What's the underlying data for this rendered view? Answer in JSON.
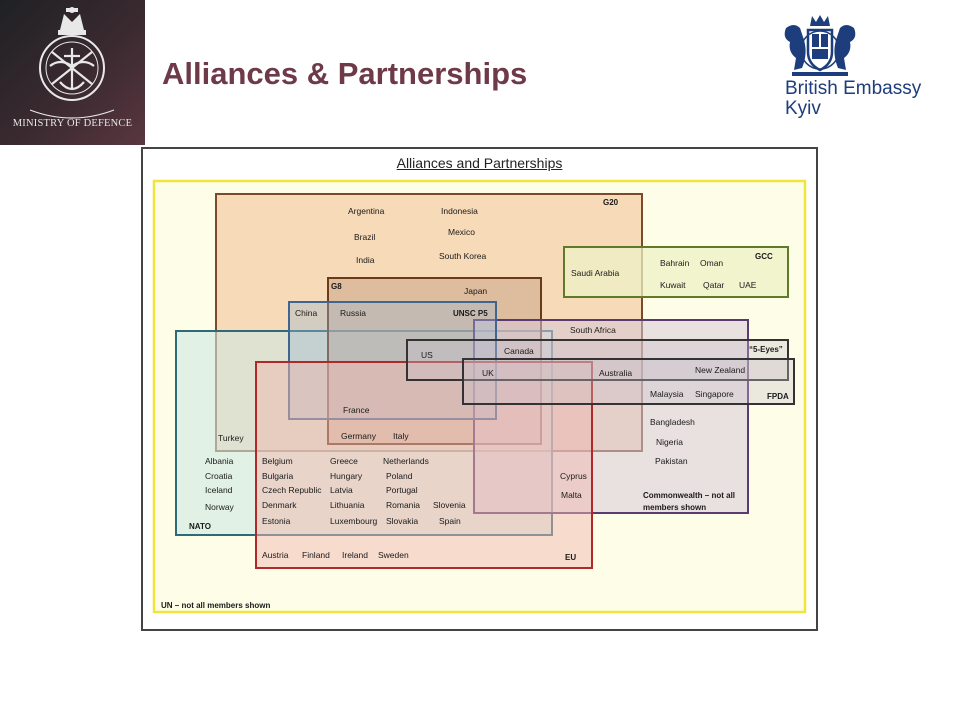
{
  "header": {
    "ministry_caption": "MINISTRY OF DEFENCE",
    "title": "Alliances & Partnerships",
    "embassy_line1": "British Embassy",
    "embassy_line2": "Kyiv",
    "title_color": "#6e3a49",
    "embassy_color": "#1d3d7c"
  },
  "diagram": {
    "title": "Alliances and Partnerships",
    "groups": {
      "un": {
        "label": "UN – not all members shown",
        "color": "#f5e83a"
      },
      "g20": {
        "label": "G20",
        "color": "#7a4a2a"
      },
      "gcc": {
        "label": "GCC",
        "color": "#5e7a2a"
      },
      "g8": {
        "label": "G8",
        "color": "#6b3a1c"
      },
      "unsc": {
        "label": "UNSC P5",
        "color": "#3f6690"
      },
      "nato": {
        "label": "NATO",
        "color": "#2f6a78"
      },
      "commonwealth": {
        "label_line1": "Commonwealth – not all",
        "label_line2": "members shown",
        "color": "#5a3a70"
      },
      "five_eyes": {
        "label": "“5-Eyes”",
        "color": "#333333"
      },
      "fpda": {
        "label": "FPDA",
        "color": "#333333"
      },
      "eu": {
        "label": "EU",
        "color": "#b02828"
      }
    },
    "countries": {
      "argentina": "Argentina",
      "indonesia": "Indonesia",
      "brazil": "Brazil",
      "mexico": "Mexico",
      "india": "India",
      "south_korea": "South Korea",
      "saudi_arabia": "Saudi Arabia",
      "bahrain": "Bahrain",
      "oman": "Oman",
      "kuwait": "Kuwait",
      "qatar": "Qatar",
      "uae": "UAE",
      "japan": "Japan",
      "china": "China",
      "russia": "Russia",
      "south_africa": "South Africa",
      "canada": "Canada",
      "us": "US",
      "uk": "UK",
      "australia": "Australia",
      "new_zealand": "New Zealand",
      "malaysia": "Malaysia",
      "singapore": "Singapore",
      "france": "France",
      "turkey": "Turkey",
      "germany": "Germany",
      "italy": "Italy",
      "bangladesh": "Bangladesh",
      "nigeria": "Nigeria",
      "pakistan": "Pakistan",
      "albania": "Albania",
      "croatia": "Croatia",
      "iceland": "Iceland",
      "norway": "Norway",
      "belgium": "Belgium",
      "bulgaria": "Bulgaria",
      "czech_republic": "Czech Republic",
      "denmark": "Denmark",
      "estonia": "Estonia",
      "greece": "Greece",
      "hungary": "Hungary",
      "latvia": "Latvia",
      "lithuania": "Lithuania",
      "luxembourg": "Luxembourg",
      "netherlands": "Netherlands",
      "poland": "Poland",
      "portugal": "Portugal",
      "romania": "Romania",
      "slovakia": "Slovakia",
      "slovenia": "Slovenia",
      "spain": "Spain",
      "cyprus": "Cyprus",
      "malta": "Malta",
      "austria": "Austria",
      "finland": "Finland",
      "ireland": "Ireland",
      "sweden": "Sweden"
    }
  }
}
